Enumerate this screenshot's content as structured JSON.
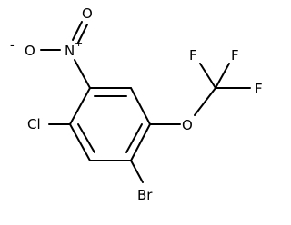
{
  "molecule": {
    "atom_labels": {
      "nitro_oxygen_top": "O",
      "nitro_nitrogen": "N",
      "nitro_plus": "+",
      "nitro_oxygen_left": "O",
      "nitro_minus": "-",
      "chlorine": "Cl",
      "bromine": "Br",
      "ether_oxygen": "O",
      "fluorine_top_left": "F",
      "fluorine_top_right": "F",
      "fluorine_right": "F"
    }
  },
  "colors": {
    "bond": "#000000",
    "label": "#000000",
    "background": "#ffffff"
  }
}
